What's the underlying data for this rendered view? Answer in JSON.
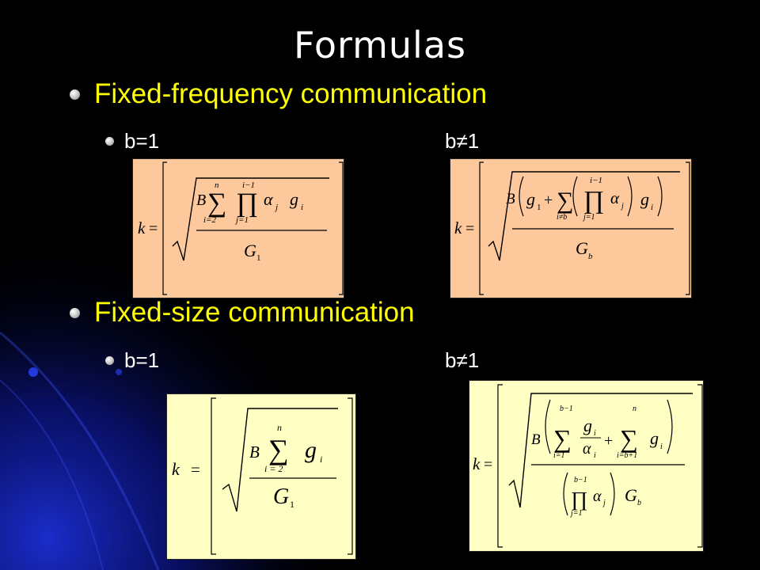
{
  "slide": {
    "title": "Formulas",
    "sections": [
      {
        "heading": "Fixed-frequency communication",
        "case_left": "b=1",
        "case_right": "b≠1"
      },
      {
        "heading": "Fixed-size communication",
        "case_left": "b=1",
        "case_right": "b≠1"
      }
    ],
    "colors": {
      "background": "#000000",
      "heading": "#ffff00",
      "subtext": "#ffffff",
      "formula_box_1": "#fdc99c",
      "formula_box_2": "#ffffc4"
    }
  }
}
